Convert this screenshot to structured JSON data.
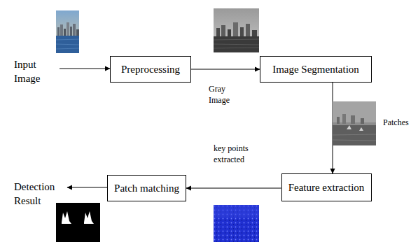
{
  "diagram": {
    "nodes": [
      {
        "text": [
          "Input Image"
        ]
      },
      {
        "text": [
          "Preprocessing"
        ]
      },
      {
        "text": [
          "Image Segmentation"
        ]
      },
      {
        "text": [
          "Feature extraction"
        ]
      },
      {
        "text": [
          "Patch matching"
        ]
      },
      {
        "text": [
          "Detection Result"
        ]
      }
    ],
    "edges": [
      {
        "from": 0,
        "to": 1,
        "arrow": "to"
      },
      {
        "from": 1,
        "to": 2,
        "label": "Gray Image",
        "arrow": "to"
      },
      {
        "from": 2,
        "to": 3,
        "arrow": "to"
      },
      {
        "from": 3,
        "to": 4,
        "label": "key points extracted",
        "arrow": "to"
      },
      {
        "from": 4,
        "to": 5,
        "arrow": "to"
      }
    ],
    "labels": [
      "Patches"
    ]
  }
}
